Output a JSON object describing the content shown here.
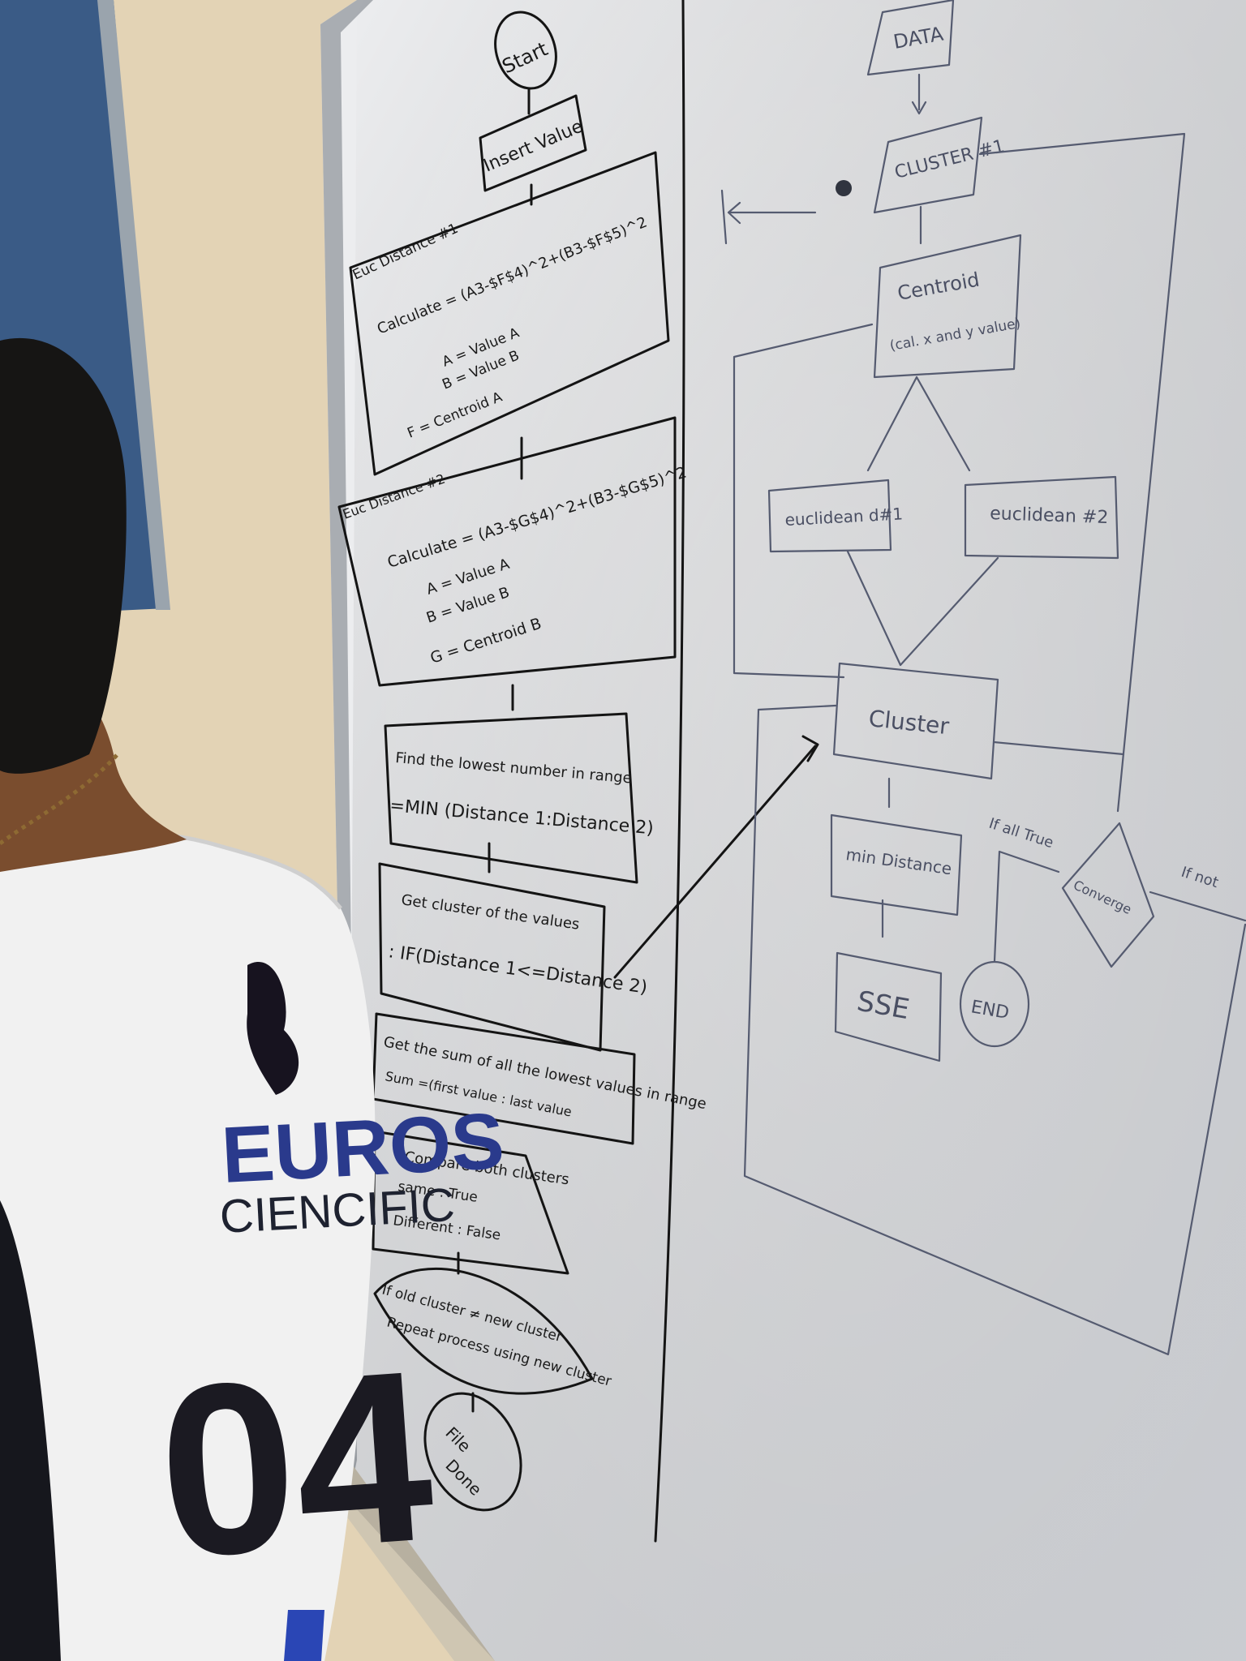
{
  "left_flowchart": {
    "start": "Start",
    "insert_value": "Insert Value",
    "step1_label": "Euc Distance #1",
    "step1_formula": "Calculate = (A3-$F$4)^2+(B3-$F$5)^2",
    "step1_legend": [
      "A = Value A",
      "B = Value B",
      "F = Centroid A"
    ],
    "step2_label": "Euc Distance #2",
    "step2_formula": "Calculate = (A3-$G$4)^2+(B3-$G$5)^2",
    "step2_legend": [
      "A = Value A",
      "B = Value B",
      "G = Centroid B"
    ],
    "step3_line1": "Find the lowest number in range",
    "step3_line2": "=MIN (Distance 1:Distance 2)",
    "step4_line1": "Get cluster of the values",
    "step4_line2": ": IF(Distance 1<=Distance 2)",
    "step5_line1": "Get the sum of all the lowest values in range",
    "step5_line2": "Sum =(first value : last value",
    "step6_line1": "Compare both clusters",
    "step6_line2": "same : True",
    "step6_line3": "Different : False",
    "step7_line1": "If old cluster ≠ new cluster",
    "step7_line2": "Repeat process using new cluster",
    "end_line1": "File",
    "end_line2": "Done"
  },
  "right_flowchart": {
    "data": "DATA",
    "cluster_init": "CLUSTER #1",
    "centroid": "Centroid",
    "centroid_sub": "(cal. x and y value)",
    "euclidean_1": "euclidean d#1",
    "euclidean_2": "euclidean #2",
    "cluster": "Cluster",
    "min_distance": "min Distance",
    "sse": "SSE",
    "end": "END",
    "converge": "Converge",
    "if_all_true": "If all True",
    "if_not": "If not"
  },
  "shirt": {
    "text_top": "EUROS",
    "text_mid": "CIENCIFIC",
    "number": "04"
  }
}
